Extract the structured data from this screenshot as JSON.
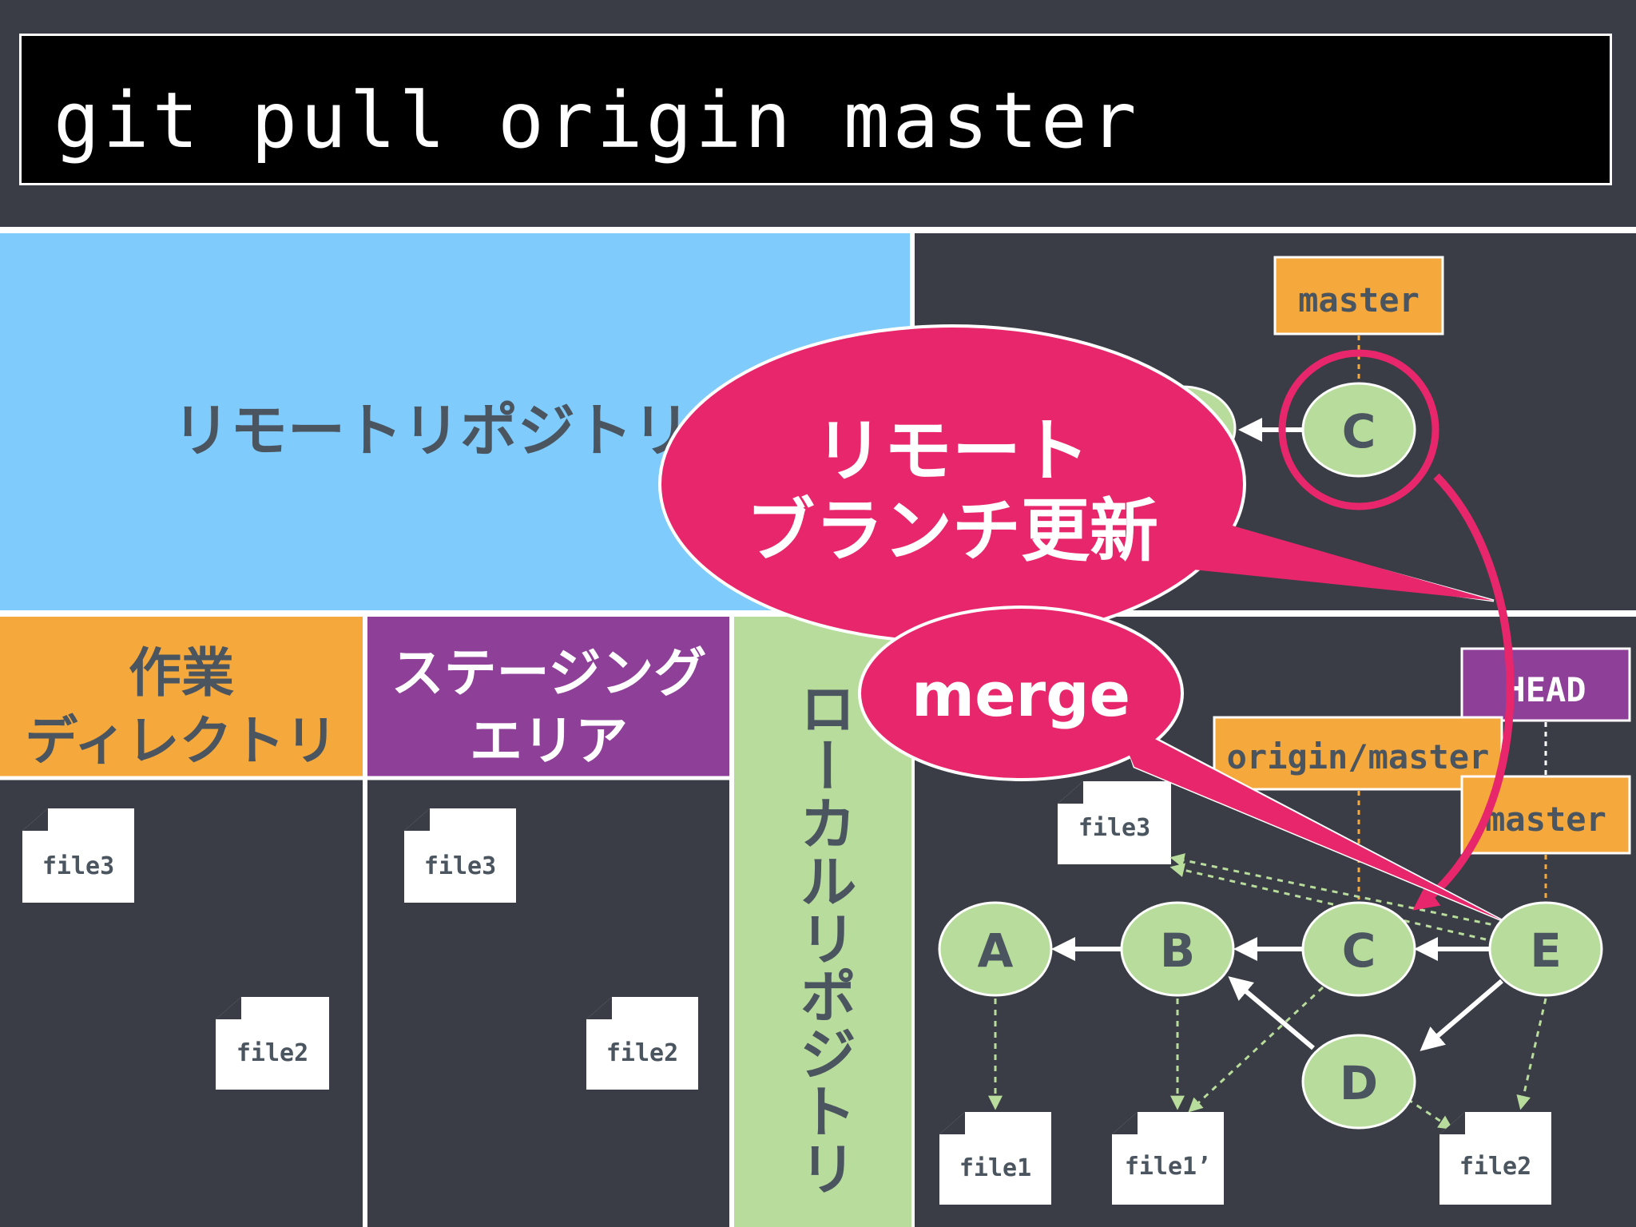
{
  "title": "git pull origin master",
  "areas": {
    "remote": "リモートリポジトリ",
    "working_line1": "作業",
    "working_line2": "ディレクトリ",
    "staging_line1": "ステージング",
    "staging_line2": "エリア",
    "local": "ローカルリポジトリ"
  },
  "remote_repo": {
    "branch_label": "master",
    "commit": "C"
  },
  "local_repo": {
    "head_label": "HEAD",
    "origin_master_label": "origin/master",
    "master_label": "master",
    "commits": {
      "a": "A",
      "b": "B",
      "c": "C",
      "d": "D",
      "e": "E"
    }
  },
  "files": {
    "working_file3": "file3",
    "working_file2": "file2",
    "staging_file3": "file3",
    "staging_file2": "file2",
    "local_file3": "file3",
    "local_file1": "file1",
    "local_file1_prime": "file1’",
    "local_file2": "file2"
  },
  "callouts": {
    "remote_update_line1": "リモート",
    "remote_update_line2": "ブランチ更新",
    "merge": "merge"
  },
  "colors": {
    "background": "#3a3d45",
    "remote_area": "#7ecbfc",
    "working_area": "#f5a93c",
    "staging_area": "#8e3f98",
    "local_area": "#b8dc9b",
    "commit_node": "#b8dc9b",
    "callout": "#e8266b",
    "label_text": "#4b5560"
  }
}
